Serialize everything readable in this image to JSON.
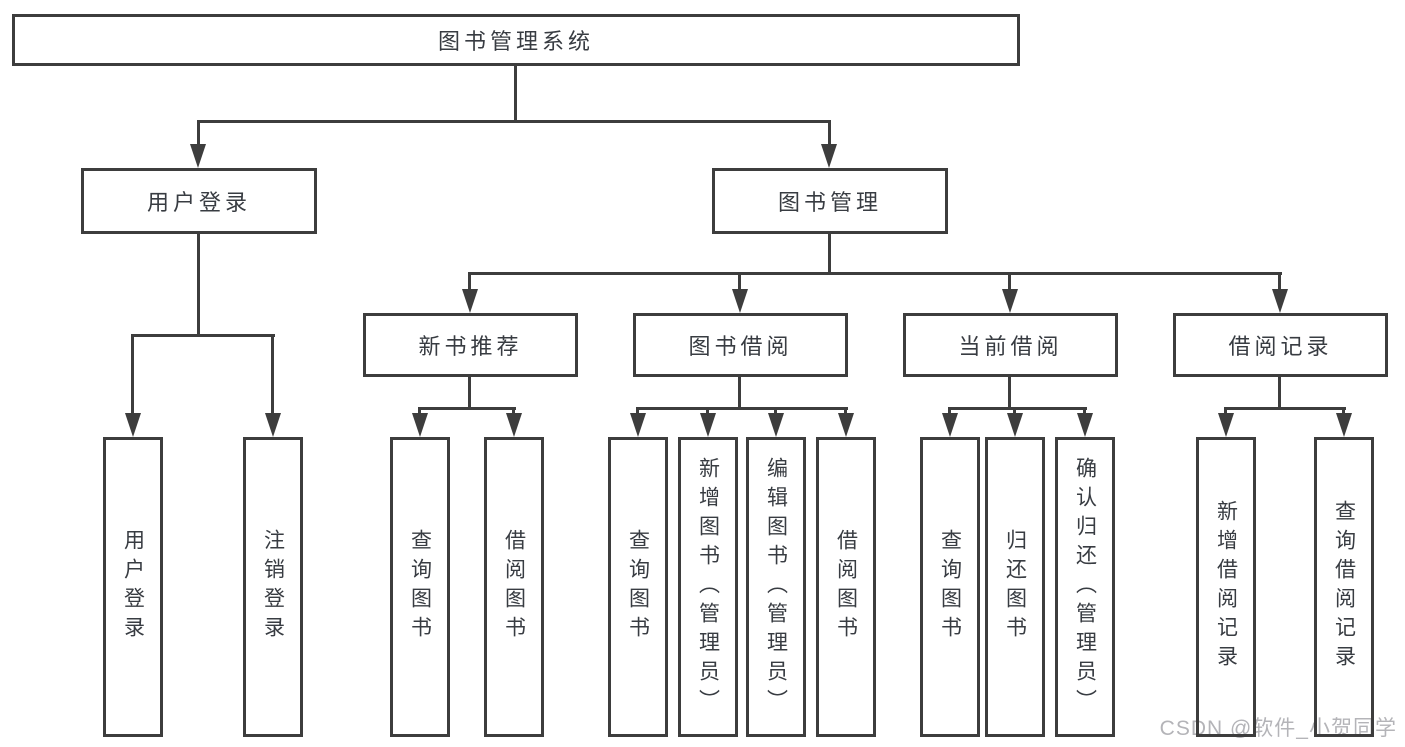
{
  "diagram": {
    "type": "org-tree",
    "title": "图书管理系统"
  },
  "nodes": {
    "root": {
      "label": "图书管理系统"
    },
    "level2": [
      {
        "label": "用户登录"
      },
      {
        "label": "图书管理"
      }
    ],
    "level3": [
      {
        "label": "新书推荐"
      },
      {
        "label": "图书借阅"
      },
      {
        "label": "当前借阅"
      },
      {
        "label": "借阅记录"
      }
    ],
    "leaves": [
      {
        "label": "用户登录"
      },
      {
        "label": "注销登录"
      },
      {
        "label": "查询图书"
      },
      {
        "label": "借阅图书"
      },
      {
        "label": "查询图书"
      },
      {
        "label": "新增图书（管理员）"
      },
      {
        "label": "编辑图书（管理员）"
      },
      {
        "label": "借阅图书"
      },
      {
        "label": "查询图书"
      },
      {
        "label": "归还图书"
      },
      {
        "label": "确认归还（管理员）"
      },
      {
        "label": "新增借阅记录"
      },
      {
        "label": "查询借阅记录"
      }
    ]
  },
  "watermark": {
    "text": "CSDN @软件_小贺同学"
  },
  "colors": {
    "line": "#3d3d3d",
    "text": "#383c42",
    "watermark": "#b4b4b8",
    "background": "#ffffff"
  }
}
